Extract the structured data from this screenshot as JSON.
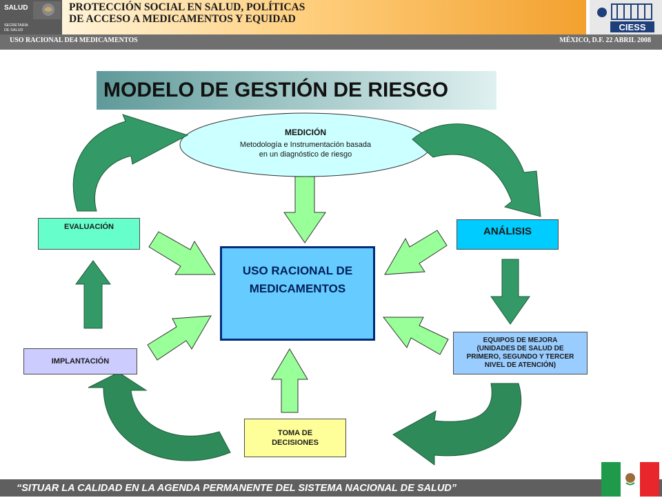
{
  "header": {
    "title_line1": "PROTECCIÓN SOCIAL EN SALUD, POLÍTICAS",
    "title_line2": "DE ACCESO A MEDICAMENTOS Y EQUIDAD",
    "logo_salud": "SALUD",
    "logo_secretaria_line1": "SECRETARÍA",
    "logo_secretaria_line2": "DE SALUD",
    "logo_ciess": "CIESS",
    "left_subtitle": "USO RACIONAL DE4 MEDICAMENTOS",
    "right_subtitle": "MÉXICO, D.F. 22 ABRIL 2008"
  },
  "main_title": "MODELO DE GESTIÓN DE RIESGO",
  "nodes": {
    "medicion_title": "MEDICIÓN",
    "medicion_desc_line1": "Metodología e Instrumentación basada",
    "medicion_desc_line2": "en un diagnóstico de riesgo",
    "analisis": "ANÁLISIS",
    "evaluacion": "EVALUACIÓN",
    "implantacion": "IMPLANTACIÓN",
    "equipos_line1": "EQUIPOS DE MEJORA",
    "equipos_line2": "(UNIDADES DE SALUD DE",
    "equipos_line3": "PRIMERO, SEGUNDO Y TERCER",
    "equipos_line4": "NIVEL DE ATENCIÓN)",
    "toma_line1": "TOMA DE",
    "toma_line2": "DECISIONES",
    "center_line1": "USO RACIONAL DE",
    "center_line2": "MEDICAMENTOS"
  },
  "footer": {
    "slogan": "“SITUAR LA CALIDAD EN LA AGENDA PERMANENTE DEL SISTEMA NACIONAL DE SALUD”"
  },
  "colors": {
    "light_arrow": "#99ff99",
    "dark_arrow": "#339966",
    "center_fill": "#66ccff",
    "center_border": "#002a7a",
    "ellipse_fill": "#ccffff",
    "evaluacion_fill": "#66ffcc",
    "analisis_fill": "#00ccff",
    "implantacion_fill": "#ccccff",
    "equipos_fill": "#99ccff",
    "toma_fill": "#ffff99"
  }
}
